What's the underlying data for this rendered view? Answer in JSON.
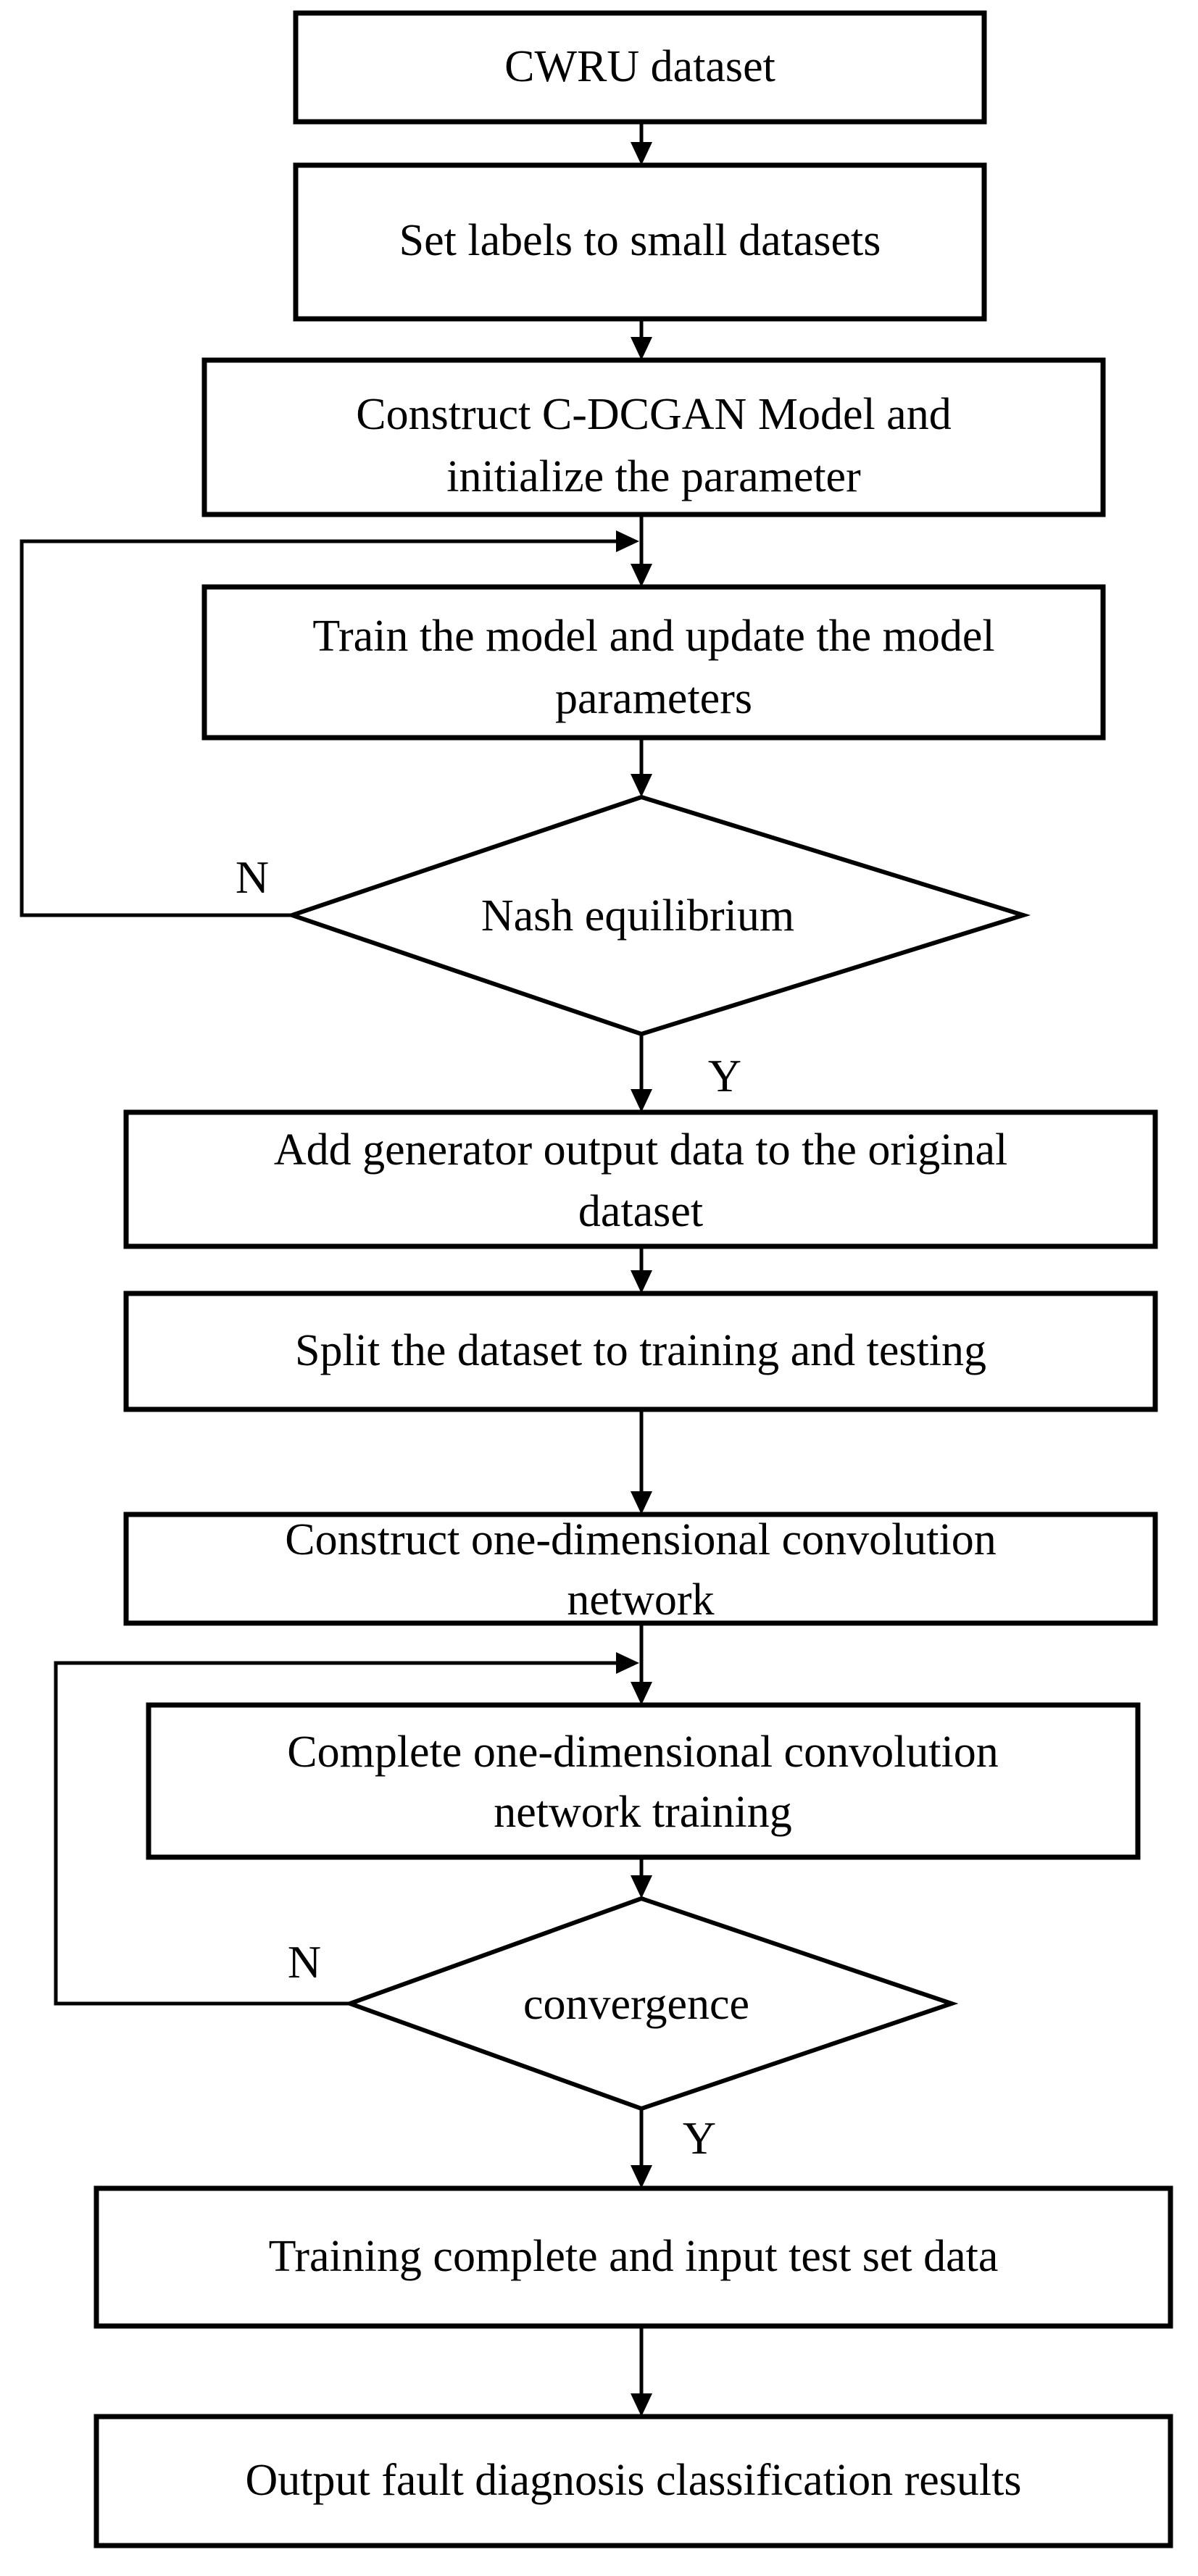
{
  "diagram": {
    "type": "flowchart",
    "background_color": "#ffffff",
    "line_color": "#000000",
    "text_color": "#000000"
  },
  "nodes": {
    "box1": {
      "shape": "process",
      "lines": [
        "CWRU dataset"
      ]
    },
    "box2": {
      "shape": "process",
      "lines": [
        "Set labels to small datasets"
      ]
    },
    "box3": {
      "shape": "process",
      "lines": [
        "Construct C-DCGAN Model and",
        "initialize the parameter"
      ]
    },
    "box4": {
      "shape": "process",
      "lines": [
        "Train the model and update the model",
        "parameters"
      ]
    },
    "diamond1": {
      "shape": "decision",
      "lines": [
        "Nash equilibrium"
      ]
    },
    "box5": {
      "shape": "process",
      "lines": [
        "Add generator output data to the original",
        "dataset"
      ]
    },
    "box6": {
      "shape": "process",
      "lines": [
        "Split the dataset to training and testing"
      ]
    },
    "box7": {
      "shape": "process",
      "lines": [
        "Construct one-dimensional convolution",
        "network"
      ]
    },
    "box8": {
      "shape": "process",
      "lines": [
        "Complete one-dimensional convolution",
        "network training"
      ]
    },
    "diamond2": {
      "shape": "decision",
      "lines": [
        "convergence"
      ]
    },
    "box9": {
      "shape": "process",
      "lines": [
        "Training complete and input test set data"
      ]
    },
    "box10": {
      "shape": "process",
      "lines": [
        "Output fault diagnosis classification results"
      ]
    }
  },
  "edge_labels": {
    "diamond1_no": "N",
    "diamond1_yes": "Y",
    "diamond2_no": "N",
    "diamond2_yes": "Y"
  },
  "edges": [
    {
      "from": "box1",
      "to": "box2"
    },
    {
      "from": "box2",
      "to": "box3"
    },
    {
      "from": "box3",
      "to": "box4"
    },
    {
      "from": "box4",
      "to": "diamond1"
    },
    {
      "from": "diamond1",
      "to": "box5",
      "label": "Y"
    },
    {
      "from": "diamond1",
      "to": "box4",
      "label": "N",
      "kind": "feedback-left"
    },
    {
      "from": "box5",
      "to": "box6"
    },
    {
      "from": "box6",
      "to": "box7"
    },
    {
      "from": "box7",
      "to": "box8"
    },
    {
      "from": "box8",
      "to": "diamond2"
    },
    {
      "from": "diamond2",
      "to": "box9",
      "label": "Y"
    },
    {
      "from": "diamond2",
      "to": "box8",
      "label": "N",
      "kind": "feedback-left"
    },
    {
      "from": "box9",
      "to": "box10"
    }
  ]
}
